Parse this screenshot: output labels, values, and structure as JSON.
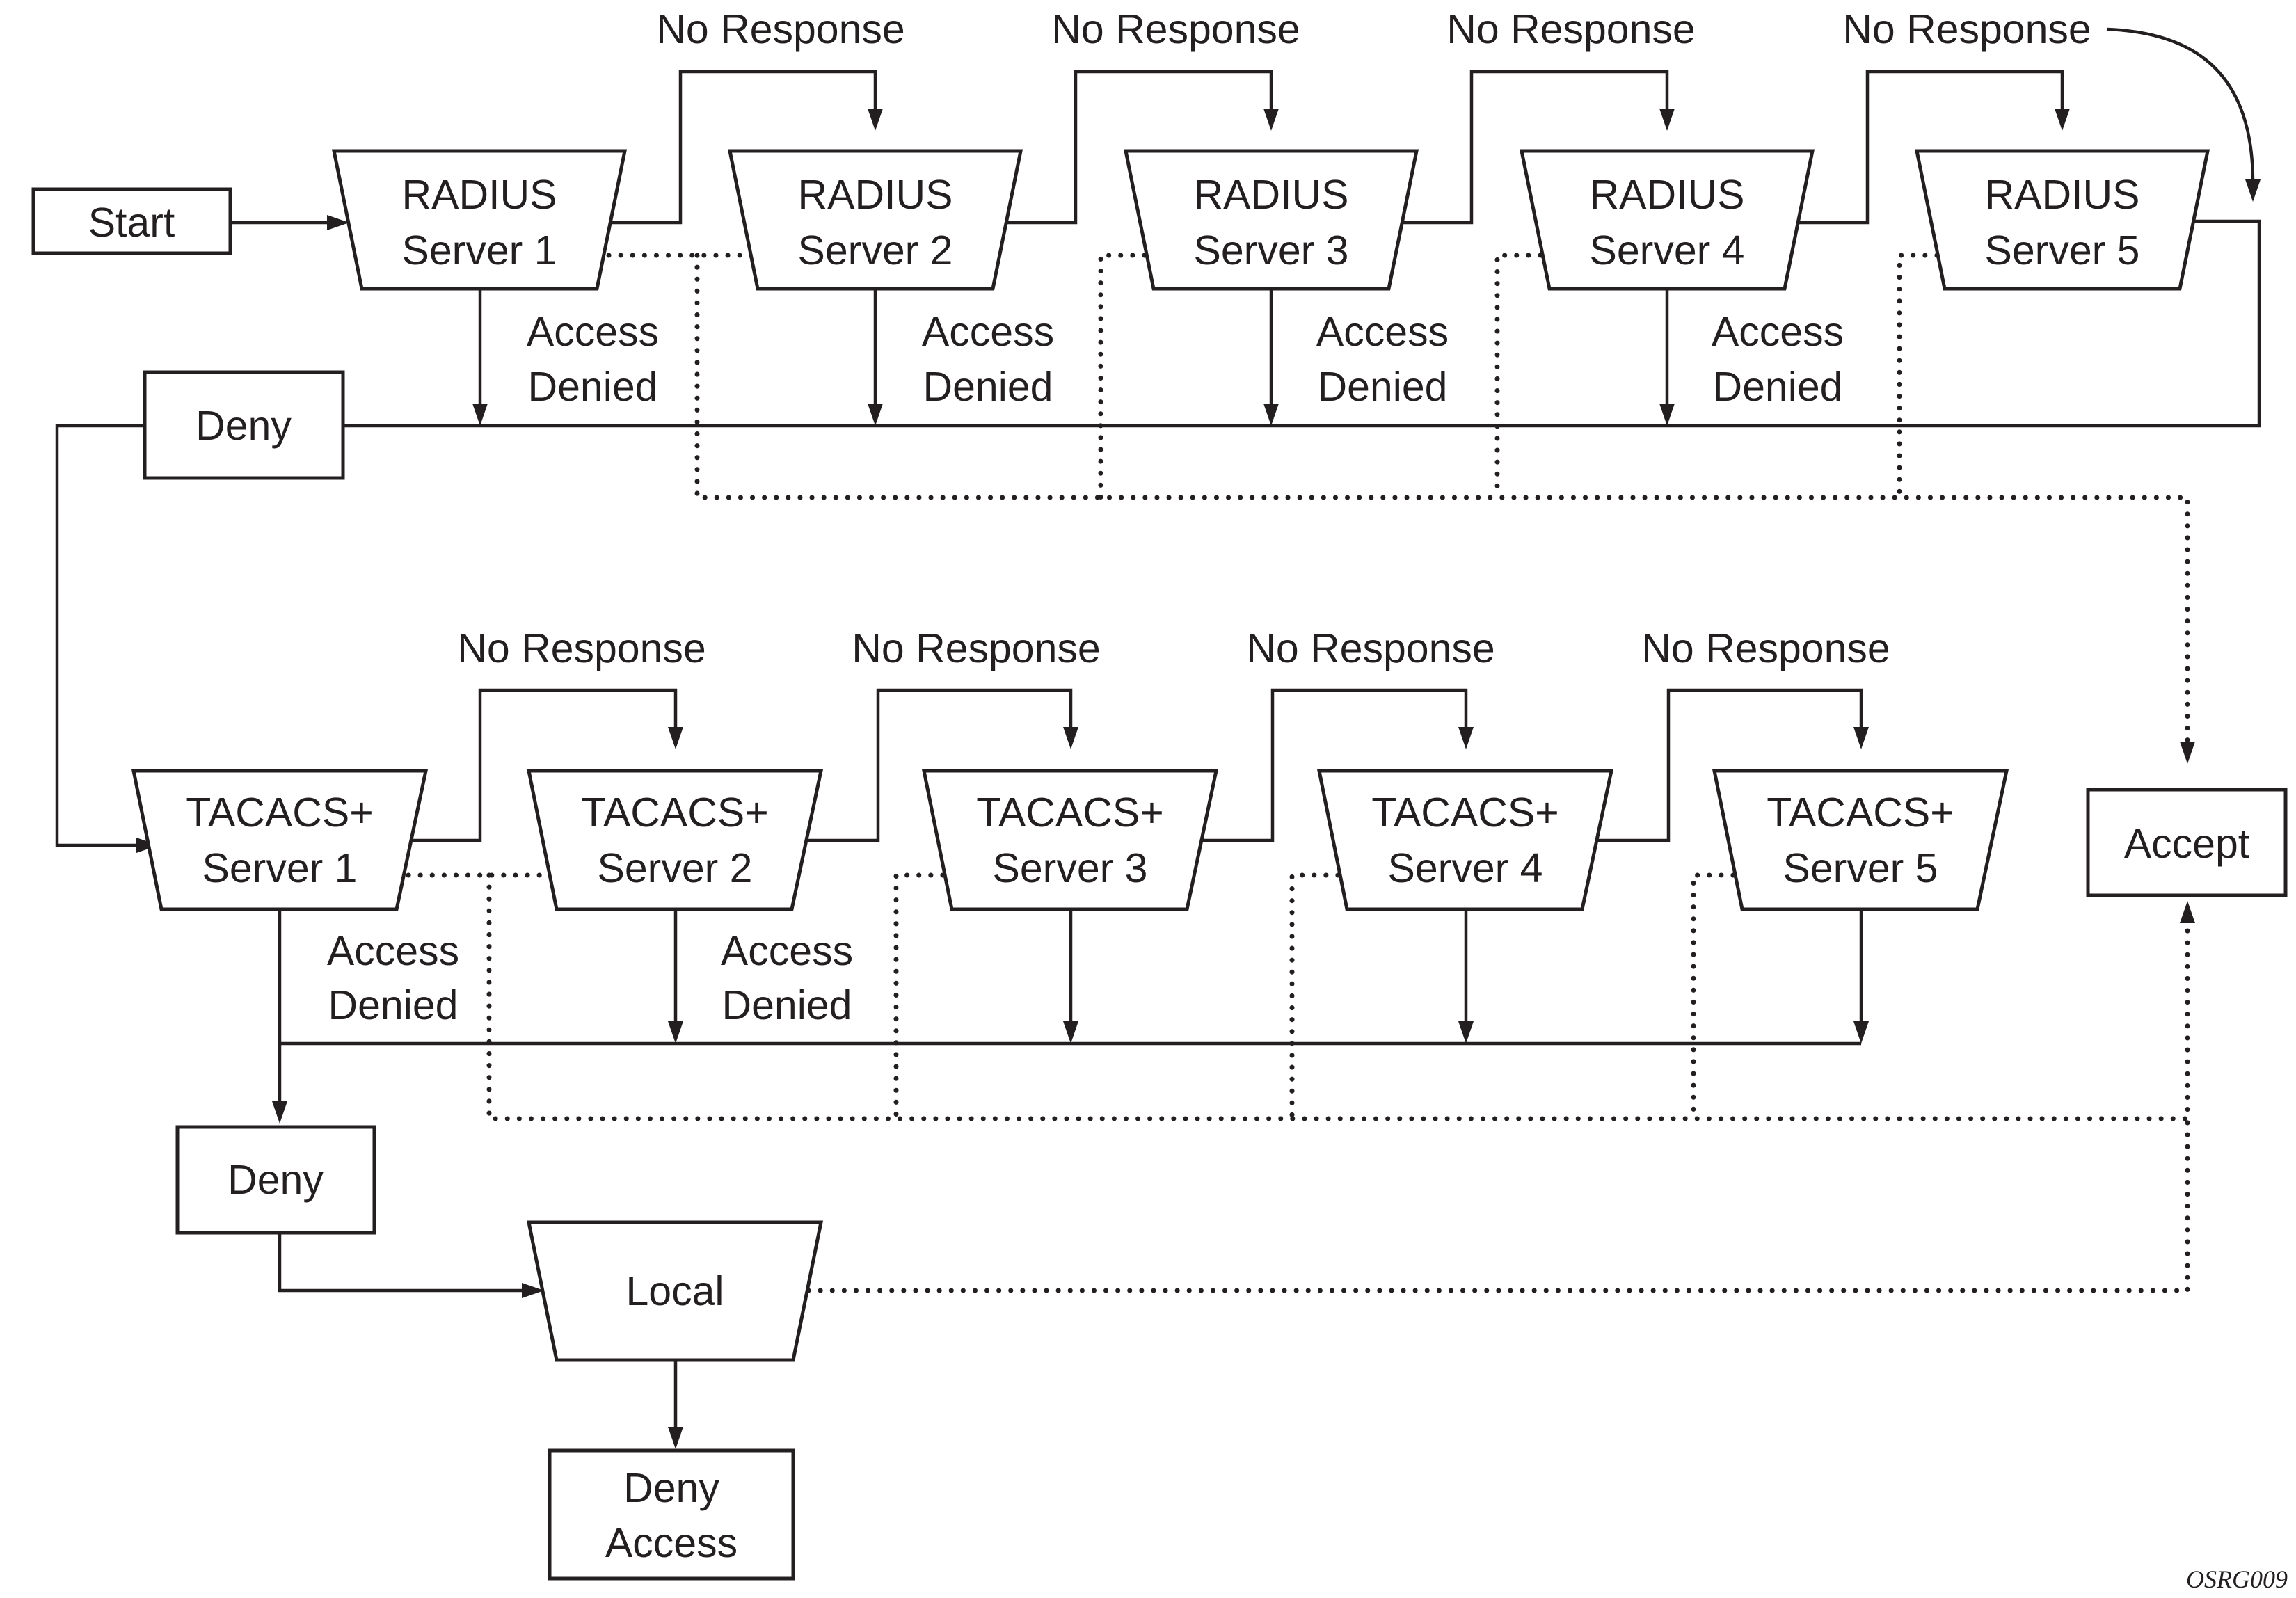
{
  "diagram": {
    "start": "Start",
    "accept": "Accept",
    "radius_servers": [
      {
        "line1": "RADIUS",
        "line2": "Server 1"
      },
      {
        "line1": "RADIUS",
        "line2": "Server 2"
      },
      {
        "line1": "RADIUS",
        "line2": "Server 3"
      },
      {
        "line1": "RADIUS",
        "line2": "Server 4"
      },
      {
        "line1": "RADIUS",
        "line2": "Server 5"
      }
    ],
    "tacacs_servers": [
      {
        "line1": "TACACS+",
        "line2": "Server 1"
      },
      {
        "line1": "TACACS+",
        "line2": "Server 2"
      },
      {
        "line1": "TACACS+",
        "line2": "Server 3"
      },
      {
        "line1": "TACACS+",
        "line2": "Server 4"
      },
      {
        "line1": "TACACS+",
        "line2": "Server 5"
      }
    ],
    "radius_deny": "Deny",
    "tacacs_deny": "Deny",
    "local": "Local",
    "deny_access": {
      "line1": "Deny",
      "line2": "Access"
    },
    "no_response": "No Response",
    "access_denied": {
      "line1": "Access",
      "line2": "Denied"
    },
    "figure_code": "OSRG009"
  }
}
